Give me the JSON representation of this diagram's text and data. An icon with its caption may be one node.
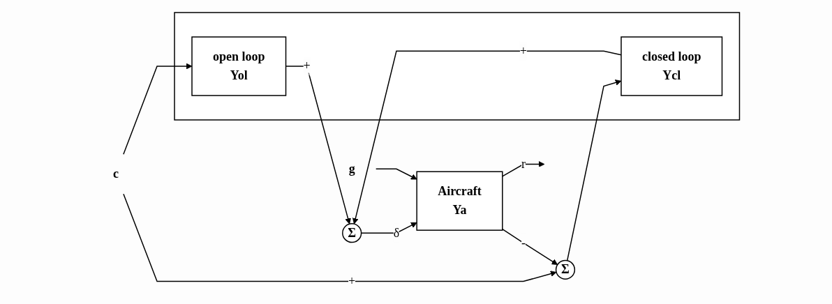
{
  "diagram": {
    "nodes": [
      {
        "text": [
          "c"
        ]
      },
      {
        "text": [],
        "shape": "box"
      },
      {
        "text": [
          "open loop",
          "Yol"
        ],
        "in": 1
      },
      {
        "text": [
          "closed loop",
          "Ycl"
        ],
        "in": 1
      },
      {
        "text": [
          "Σ"
        ]
      },
      {
        "text": [
          "Σ"
        ]
      },
      {
        "text": [
          "g"
        ]
      },
      {
        "text": [
          "Aircraft",
          "Ya"
        ]
      }
    ],
    "edges": [
      {
        "from": 0,
        "to": 2,
        "arrow": "to"
      },
      {
        "from": 0,
        "to": 4,
        "arrow": "to",
        "label": "+"
      },
      {
        "from": 4,
        "to": 3,
        "arrow": "to"
      },
      {
        "from": 2,
        "to": 5,
        "arrow": "to",
        "label": "+"
      },
      {
        "from": 3,
        "to": 5,
        "arrow": "to",
        "label": "+"
      },
      {
        "from": 5,
        "to": 7,
        "arrow": "to",
        "label": "δ"
      },
      {
        "from": 6,
        "to": 7,
        "arrow": "to"
      },
      {
        "from": 7,
        "to": null,
        "arrow": "to",
        "label": "r"
      },
      {
        "from": 7,
        "to": 4,
        "arrow": "to",
        "label": "-"
      }
    ]
  }
}
